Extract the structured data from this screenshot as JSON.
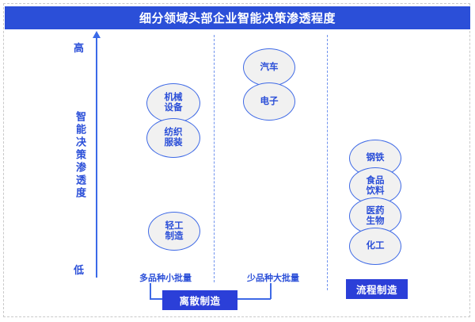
{
  "chart_data": {
    "type": "scatter",
    "title": "细分领域头部企业智能决策渗透程度",
    "ylabel": "智能决策渗透度",
    "xlabel": "",
    "y_axis": {
      "high_label": "高",
      "low_label": "低"
    },
    "x_axis": {
      "left_label": "多品种小批量",
      "right_label": "少品种大批量"
    },
    "grid": false,
    "legend": "none",
    "groups": [
      {
        "name": "离散制造",
        "box_label": "离散制造",
        "columns": [
          {
            "column": 1,
            "x_band": "多品种小批量",
            "items": [
              {
                "label": "机械\n设备",
                "penetration": "高"
              },
              {
                "label": "纺织\n服装",
                "penetration": "中高"
              },
              {
                "label": "轻工\n制造",
                "penetration": "低"
              }
            ]
          },
          {
            "column": 2,
            "x_band": "少品种大批量",
            "items": [
              {
                "label": "汽车",
                "penetration": "最高"
              },
              {
                "label": "电子",
                "penetration": "高"
              }
            ]
          }
        ]
      },
      {
        "name": "流程制造",
        "box_label": "流程制造",
        "columns": [
          {
            "column": 3,
            "x_band": "",
            "items": [
              {
                "label": "钢铁",
                "penetration": "中"
              },
              {
                "label": "食品\n饮料",
                "penetration": "中低"
              },
              {
                "label": "医药\n生物",
                "penetration": "低中"
              },
              {
                "label": "化工",
                "penetration": "低"
              }
            ]
          }
        ]
      }
    ]
  },
  "header": {
    "title": "细分领域头部企业智能决策渗透程度"
  },
  "axis": {
    "high": "高",
    "low": "低",
    "caption": "智能决策渗透度"
  },
  "nodes": {
    "jixie_shebei": "机械\n设备",
    "fangzhi_fuzhuang": "纺织\n服装",
    "qinggong_zhizao": "轻工\n制造",
    "qiche": "汽车",
    "dianzi": "电子",
    "gangtie": "钢铁",
    "shipin_yinliao": "食品\n饮料",
    "yiyao_shengwu": "医药\n生物",
    "huagong": "化工"
  },
  "bottom": {
    "left_caption": "多品种小批量",
    "right_caption": "少品种大批量",
    "discrete_box": "离散制造",
    "process_box": "流程制造"
  },
  "colors": {
    "brand_blue": "#2b4fd8",
    "box_blue": "#2b3fd8",
    "node_border": "#3f6ae6",
    "node_fill": "#f1f1f1",
    "divider": "#6f92ee",
    "frame": "#c9c9c9"
  }
}
